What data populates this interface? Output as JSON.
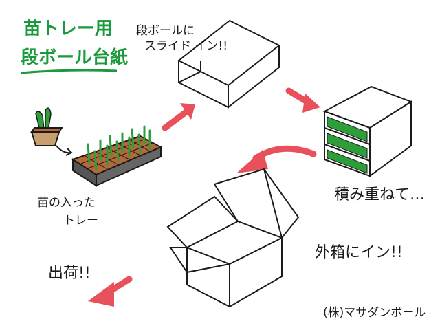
{
  "title": {
    "line1": "苗トレー用",
    "line2": "段ボール台紙"
  },
  "labels": {
    "slide_in_1": "段ボールに",
    "slide_in_2": "スライド イン!!",
    "tray_1": "苗の入った",
    "tray_2": "トレー",
    "stack": "積み重ねて…",
    "outer_box": "外箱にイン!!",
    "ship": "出荷!!",
    "company": "(株)マサダンボール"
  },
  "colors": {
    "accent_arrow": "#e8505b",
    "title_green": "#1a9a3a",
    "soil": "#b5683a",
    "pot": "#c8a070",
    "seedling": "#2e9e3a",
    "tray_dark": "#555555",
    "ink": "#1a1a1a"
  },
  "icons": [
    "arrow-right-icon",
    "arrow-down-right-icon",
    "arrow-curve-left-icon",
    "arrow-down-left-icon"
  ]
}
